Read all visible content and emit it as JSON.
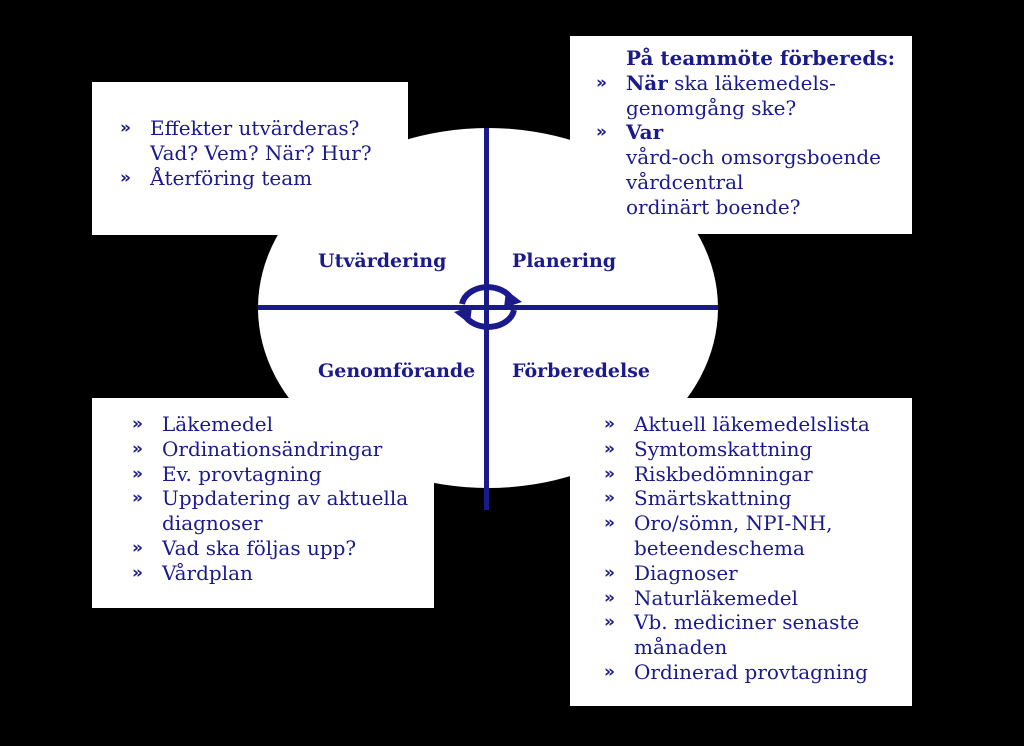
{
  "quadrants": {
    "utvardering": "Utvärdering",
    "planering": "Planering",
    "genomforande": "Genomförande",
    "forberedelse": "Förberedelse"
  },
  "bullet": "»",
  "top_left": {
    "items": [
      [
        "Effekter utvärderas?",
        "Vad? Vem? När? Hur?"
      ],
      [
        "Återföring team"
      ]
    ]
  },
  "top_right": {
    "heading": "På teammöte förbereds:",
    "item1_bold": "När",
    "item1_rest": " ska läkemedels-",
    "item1_line2": "genomgång ske?",
    "item2_bold": "Var",
    "item2_lines": [
      "vård-och omsorgsboende",
      "vårdcentral",
      "ordinärt boende?"
    ]
  },
  "bottom_left": {
    "items": [
      [
        "Läkemedel"
      ],
      [
        "Ordinationsändringar"
      ],
      [
        "Ev. provtagning"
      ],
      [
        "Uppdatering av aktuella",
        "diagnoser"
      ],
      [
        "Vad ska följas upp?"
      ],
      [
        "Vårdplan"
      ]
    ]
  },
  "bottom_right": {
    "items": [
      [
        "Aktuell läkemedelslista"
      ],
      [
        "Symtomskattning"
      ],
      [
        "Riskbedömningar"
      ],
      [
        "Smärtskattning"
      ],
      [
        "Oro/sömn, NPI-NH,",
        "beteendeschema"
      ],
      [
        "Diagnoser"
      ],
      [
        "Naturläkemedel"
      ],
      [
        "Vb. mediciner senaste",
        "månaden"
      ],
      [
        "Ordinerad provtagning"
      ]
    ]
  },
  "colors": {
    "accent": "#1a1a8c",
    "background": "#000000",
    "panel": "#ffffff"
  },
  "icons": {
    "center": "cycle-arrows-icon",
    "bullet": "double-chevron-icon"
  }
}
